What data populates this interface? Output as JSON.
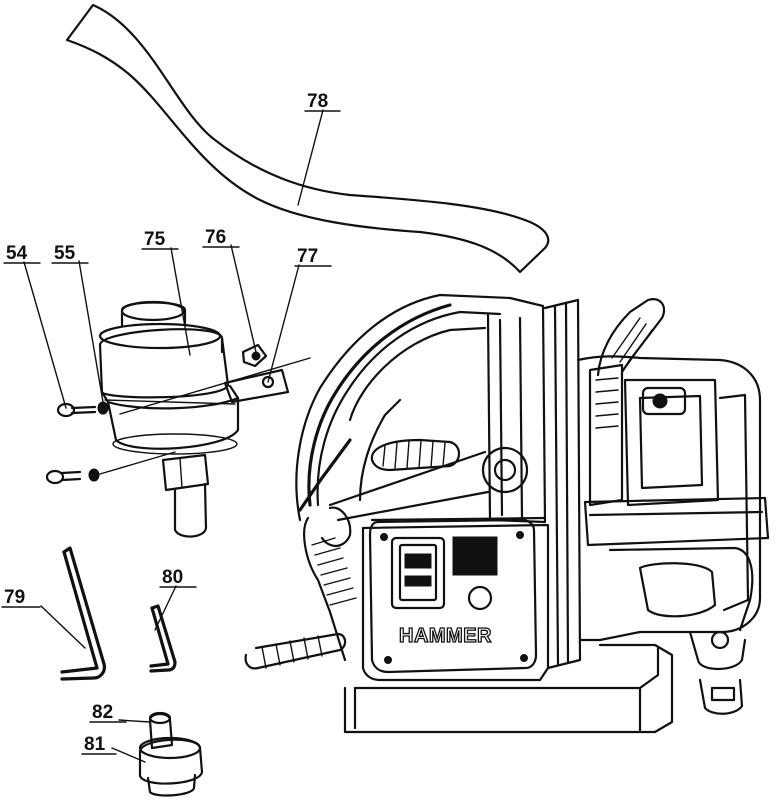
{
  "brand_label": "HAMMER",
  "callouts": {
    "p54": "54",
    "p55": "55",
    "p75": "75",
    "p76": "76",
    "p77": "77",
    "p78": "78",
    "p79": "79",
    "p80": "80",
    "p81": "81",
    "p82": "82"
  },
  "colors": {
    "line": "#111111",
    "background": "#ffffff"
  }
}
